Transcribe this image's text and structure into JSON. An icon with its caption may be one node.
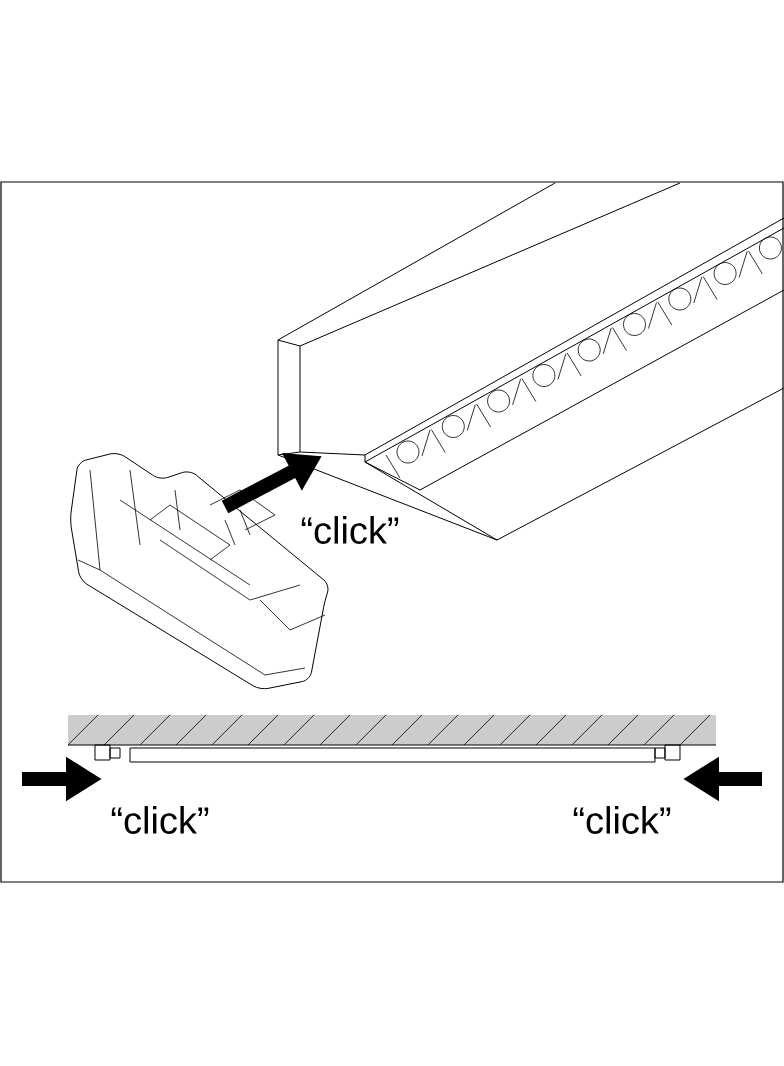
{
  "diagram": {
    "labels": [
      "“click”",
      "“click”",
      "“click”"
    ]
  }
}
